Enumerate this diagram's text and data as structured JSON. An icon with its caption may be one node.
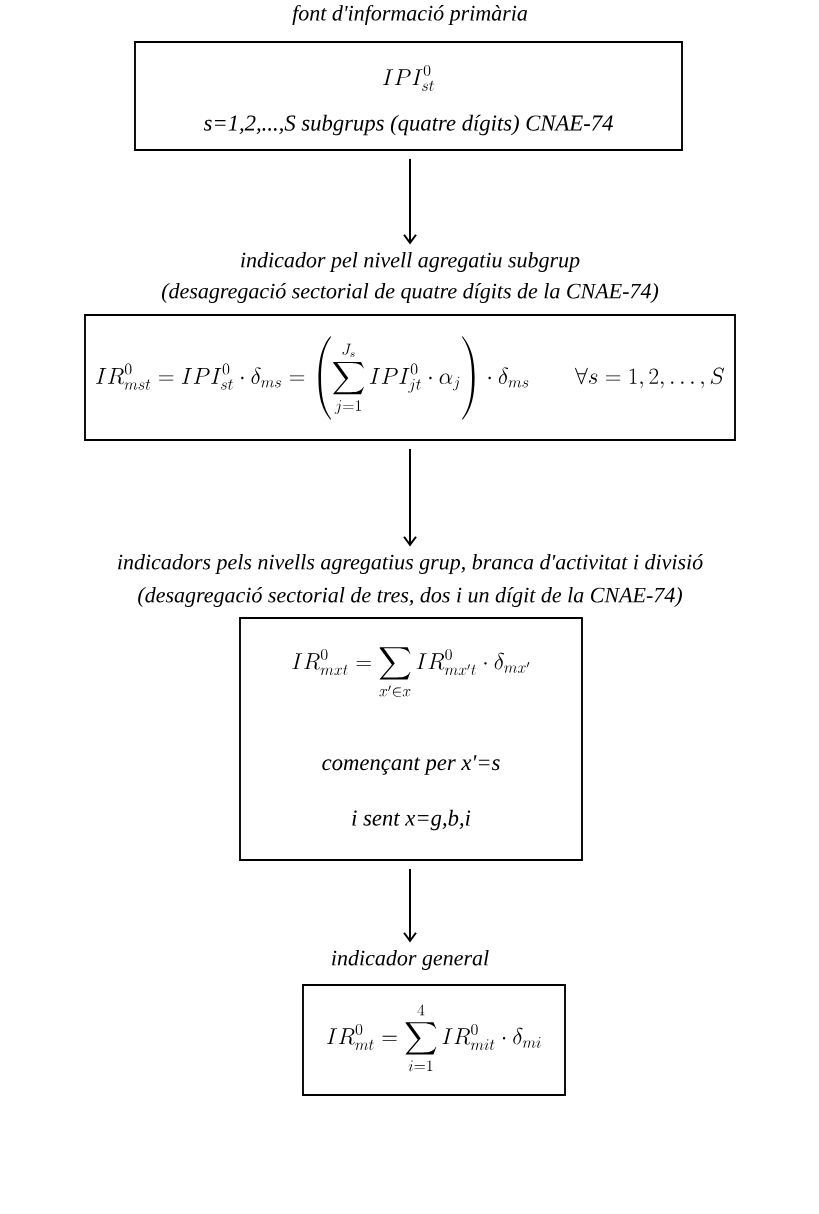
{
  "diagram": {
    "nodes": [
      {
        "text": [
          "font d'informació primària",
          "IPI^{0}_{st}",
          "s=1,2,...,S subgrups (quatre dígits) CNAE-74"
        ]
      },
      {
        "text": [
          "indicador pel nivell agregatiu subgrup",
          "(desagregació sectorial de quatre dígits de la CNAE-74)",
          "IR^{0}_{mst} = IPI^{0}_{st}\\cdot\\delta_{ms} = \\left(\\sum_{j=1}^{J_s} IPI^{0}_{jt}\\cdot\\alpha_j\\right)\\cdot\\delta_{ms} \\qquad \\forall s=1,2,\\ldots,S"
        ]
      },
      {
        "text": [
          "indicadors pels nivells agregatius grup, branca d'activitat i divisió",
          "(desagregació sectorial de tres, dos i un dígit de la CNAE-74)",
          "IR^{0}_{mxt} = \\sum_{x'\\in x} IR^{0}_{mx't}\\cdot\\delta_{mx'}",
          "començant per x'=s",
          "i sent x=g,b,i"
        ]
      },
      {
        "text": [
          "indicador general",
          "IR^{0}_{mt} = \\sum_{i=1}^{4} IR^{0}_{mit}\\cdot\\delta_{mi}"
        ]
      }
    ],
    "edges": [
      {
        "from": 0,
        "to": 1,
        "arrow": "to"
      },
      {
        "from": 1,
        "to": 2,
        "arrow": "to"
      },
      {
        "from": 2,
        "to": 3,
        "arrow": "to"
      }
    ]
  }
}
